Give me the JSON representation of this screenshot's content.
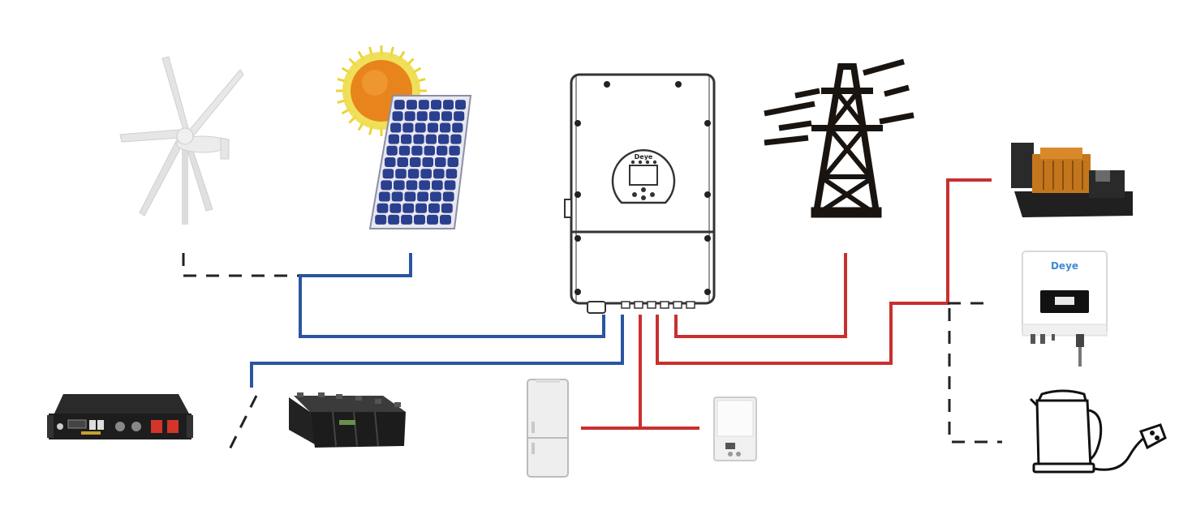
{
  "inverter": {
    "brand": "Deye"
  },
  "microinverter": {
    "brand": "Deye"
  },
  "colors": {
    "dc_line": "#2a55a0",
    "ac_line": "#c8302e",
    "dashed_line": "#222222",
    "inverter_outline": "#333333",
    "solar_cell": "#2b3f8f",
    "sun": "#e8841c",
    "sun_rays": "#e9d43a",
    "tower": "#1a1410",
    "generator": "#c4761d",
    "battery_body": "#1d1d1d"
  },
  "components": [
    {
      "id": "wind-turbine",
      "icon": "wind-turbine-icon"
    },
    {
      "id": "solar-panel",
      "icon": "solar-panel-icon"
    },
    {
      "id": "hybrid-inverter",
      "icon": "inverter-icon"
    },
    {
      "id": "power-grid",
      "icon": "transmission-tower-icon"
    },
    {
      "id": "diesel-generator",
      "icon": "generator-icon"
    },
    {
      "id": "micro-inverter",
      "icon": "micro-inverter-icon"
    },
    {
      "id": "electric-kettle",
      "icon": "kettle-icon"
    },
    {
      "id": "lithium-battery",
      "icon": "rack-battery-icon"
    },
    {
      "id": "lead-acid-battery",
      "icon": "lead-acid-battery-icon"
    },
    {
      "id": "refrigerator",
      "icon": "fridge-icon"
    },
    {
      "id": "string-inverter",
      "icon": "string-inverter-icon"
    }
  ]
}
